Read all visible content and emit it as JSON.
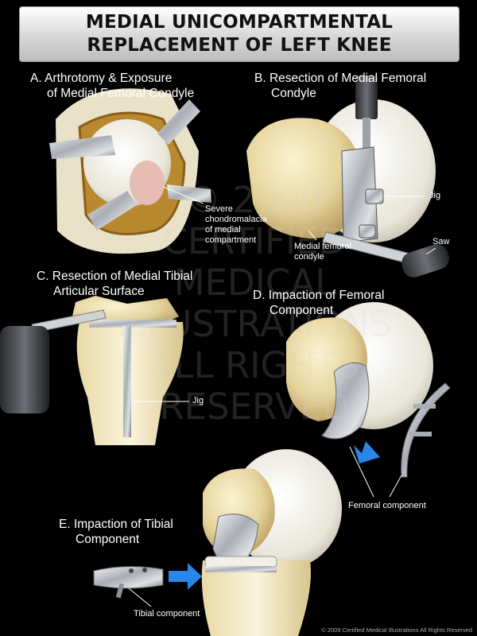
{
  "title": {
    "line1": "MEDIAL UNICOMPARTMENTAL",
    "line2": "REPLACEMENT OF LEFT KNEE"
  },
  "steps": {
    "a": {
      "line1": "A. Arthrotomy & Exposure",
      "line2": "of Medial Femoral Condyle"
    },
    "b": {
      "line1": "B. Resection of Medial Femoral",
      "line2": "Condyle"
    },
    "c": {
      "line1": "C. Resection of Medial Tibial",
      "line2": "Articular Surface"
    },
    "d": {
      "line1": "D. Impaction of Femoral",
      "line2": "Component"
    },
    "e": {
      "line1": "E. Impaction of Tibial",
      "line2": "Component"
    }
  },
  "labels": {
    "chondromalacia": {
      "line1": "Severe",
      "line2": "chondromalacia",
      "line3": "of medial",
      "line4": "compartment"
    },
    "jig_b": "Jig",
    "saw": "Saw",
    "medial_femoral_condyle": {
      "line1": "Medial femoral",
      "line2": "condyle"
    },
    "jig_c": "Jig",
    "femoral_component": "Femoral component",
    "tibial_component": "Tibial component"
  },
  "watermark": {
    "line1": "© 2009",
    "line2": "CERTIFIED",
    "line3": "MEDICAL",
    "line4": "ILLUSTRATIONS",
    "line5": "ALL RIGHTS",
    "line6": "RESERVED"
  },
  "copyright": "© 2009 Certified Medical Illustrations All Rights Reserved",
  "colors": {
    "background": "#000000",
    "bone": "#efe3bd",
    "cartilage": "#f4f1e8",
    "metal": "#b9bcc2",
    "arrow": "#2a86e8",
    "tissue": "#c9a35a"
  }
}
